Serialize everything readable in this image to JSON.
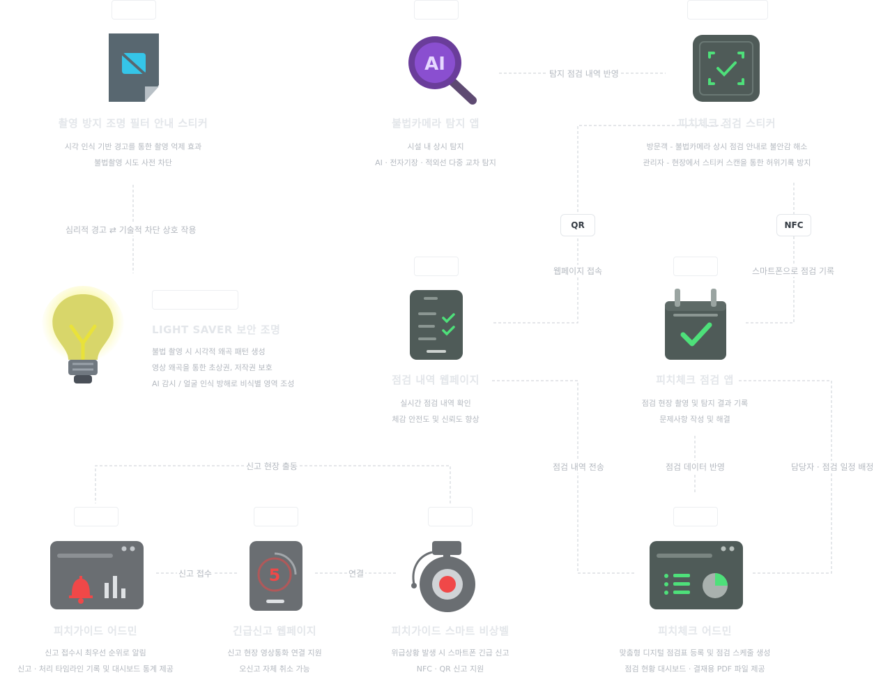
{
  "nodes": {
    "sticker": {
      "title": "촬영 방지 조명 필터 안내 스티커",
      "desc": [
        "시각 인식 기반 경고를 통한 촬영 억제 효과",
        "불법촬영 시도 사전 차단"
      ]
    },
    "ai": {
      "title": "불법카메라 탐지 앱",
      "desc": [
        "시설 내 상시 탐지",
        "AI · 전자기장 · 적외선 다중 교차 탐지"
      ]
    },
    "qrsticker": {
      "title": "피치체크 점검 스티커",
      "desc": [
        "방문객 - 불법카메라 상시 점검 안내로 불안감 해소",
        "관리자 - 현장에서 스티커 스캔을 통한 허위기록 방지"
      ]
    },
    "light": {
      "title": "LIGHT SAVER 보안 조명",
      "desc": [
        "불법 촬영 시 시각적 왜곡 패턴 생성",
        "영상 왜곡을 통한 초상권, 저작권 보호",
        "AI 감시 / 얼굴 인식 방해로 비식별 영역 조성"
      ]
    },
    "web": {
      "title": "점검 내역 웹페이지",
      "desc": [
        "실시간 점검 내역 확인",
        "체감 안전도 및 신뢰도 향상"
      ]
    },
    "app": {
      "title": "피치체크 점검 앱",
      "desc": [
        "점검 현장 촬영 및 탐지 결과 기록",
        "문제사항 작성 및 해결"
      ]
    },
    "admin": {
      "title": "피치가이드 어드민",
      "desc": [
        "신고 접수시 최우선 순위로 알림",
        "신고 · 처리 타임라인 기록 및 대시보드 통계 제공"
      ]
    },
    "emergency": {
      "title": "긴급신고 웹페이지",
      "desc": [
        "신고 현장 영상통화 연결 지원",
        "오신고 자체 취소 가능"
      ]
    },
    "bell": {
      "title": "피치가이드 스마트 비상벨",
      "desc": [
        "위급상황 발생 시 스마트폰 긴급 신고",
        "NFC · QR 신고 지원"
      ]
    },
    "checkadmin": {
      "title": "피치체크 어드민",
      "desc": [
        "맞춤형 디지털 점검표 등록 및 점검 스케줄 생성",
        "점검 현황 대시보드 · 결재용 PDF 파일 제공"
      ]
    }
  },
  "edges": {
    "ai_to_sticker": "탐지 점검 내역 반영",
    "psych": "심리적 경고 ⇄ 기술적 차단 상호 작용",
    "qr_web": "웹페이지 접속",
    "nfc_app": "스마트폰으로 점검 기록",
    "send": "점검 내역 전송",
    "reflect": "점검 데이터 반영",
    "assign": "담당자 · 점검 일정 배정",
    "report_field": "신고 현장 출동",
    "report_recv": "신고 접수",
    "connect": "연결"
  },
  "chips": {
    "qr": "QR",
    "nfc": "NFC"
  },
  "icons": {
    "ai_text": "AI",
    "phone_digit": "5"
  },
  "colors": {
    "accent_green": "#4ee07a",
    "accent_red": "#f04848",
    "accent_purple": "#8a4fd0",
    "accent_cyan": "#35c5e8",
    "bulb_yellow": "#f5ef3a"
  }
}
